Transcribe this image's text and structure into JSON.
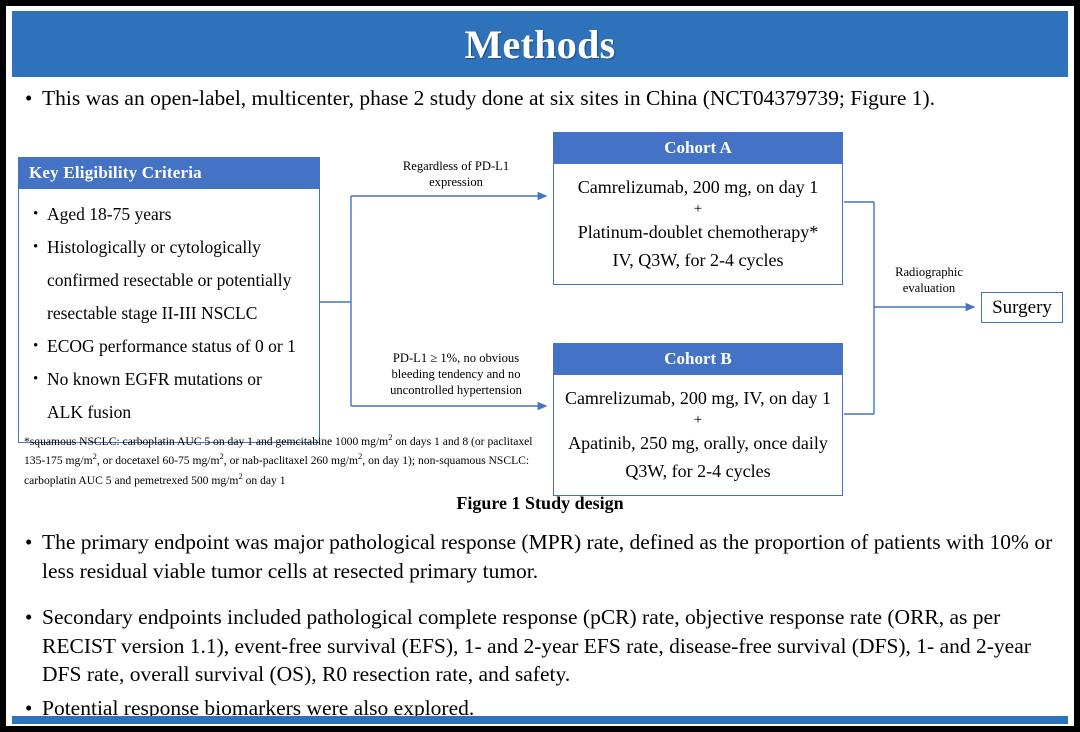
{
  "slide": {
    "title": "Methods",
    "intro_bullet": "This was an open-label, multicenter, phase 2 study done at six sites in China (NCT04379739; Figure 1).",
    "bullet_marker": "•",
    "figure_caption": "Figure 1 Study design"
  },
  "colors": {
    "title_banner": "#2E72BC",
    "box_header": "#4472C4",
    "box_border": "#4472C4",
    "frame": "#000000"
  },
  "eligibility": {
    "header": "Key  Eligibility Criteria",
    "items": [
      "Aged 18-75 years",
      "Histologically or cytologically",
      "confirmed resectable or potentially",
      "resectable stage II-III  NSCLC",
      "ECOG performance status of 0 or 1",
      "No known EGFR mutations or",
      "ALK fusion"
    ],
    "bulleted_flags": [
      true,
      true,
      false,
      false,
      true,
      true,
      false
    ]
  },
  "footnote": {
    "line1_a": "*squamous NSCLC: carboplatin AUC 5 on day 1 and gemcitabine 1000 mg/m",
    "line1_sup": "2",
    "line1_b": " on days 1 and 8 (or paclitaxel 135-175 mg/m",
    "line2_sup": "2",
    "line2_b": ", or docetaxel 60-75 mg/m",
    "line3_sup": "2",
    "line3_b": ", or nab-paclitaxel 260 mg/m",
    "line4_sup": "2",
    "line4_b": ", on day 1); non-squamous NSCLC: carboplatin AUC 5 and pemetrexed 500 mg/m",
    "line5_sup": "2",
    "line5_b": " on day 1"
  },
  "cohort_a": {
    "header": "Cohort A",
    "line1": "Camrelizumab, 200 mg, on day 1",
    "plus": "+",
    "line2": "Platinum-doublet chemotherapy*",
    "line3": "IV, Q3W, for 2-4 cycles"
  },
  "cohort_b": {
    "header": "Cohort B",
    "line1": "Camrelizumab, 200 mg, IV, on day 1",
    "plus": "+",
    "line2": "Apatinib, 250 mg, orally, once daily",
    "line3": "Q3W, for 2-4 cycles"
  },
  "connectors": {
    "regardless_line1": "Regardless  of PD-L1",
    "regardless_line2": "expression",
    "pdl1_line1": "PD-L1 ≥ 1%, no obvious",
    "pdl1_line2": "bleeding  tendency  and no",
    "pdl1_line3": "uncontrolled  hypertension",
    "radiographic_line1": "Radiographic",
    "radiographic_line2": "evaluation"
  },
  "surgery": {
    "label": "Surgery"
  },
  "endpoints": {
    "primary": "The primary endpoint was major pathological response (MPR) rate, defined as the proportion of patients with 10% or less residual viable tumor cells at resected primary tumor.",
    "secondary": "Secondary endpoints included pathological complete response (pCR) rate, objective response rate (ORR, as per RECIST version 1.1), event-free survival (EFS), 1- and 2-year EFS rate, disease-free survival (DFS), 1- and 2-year DFS rate, overall survival (OS), R0 resection rate, and safety.",
    "biomarkers": "Potential response biomarkers were also explored."
  }
}
